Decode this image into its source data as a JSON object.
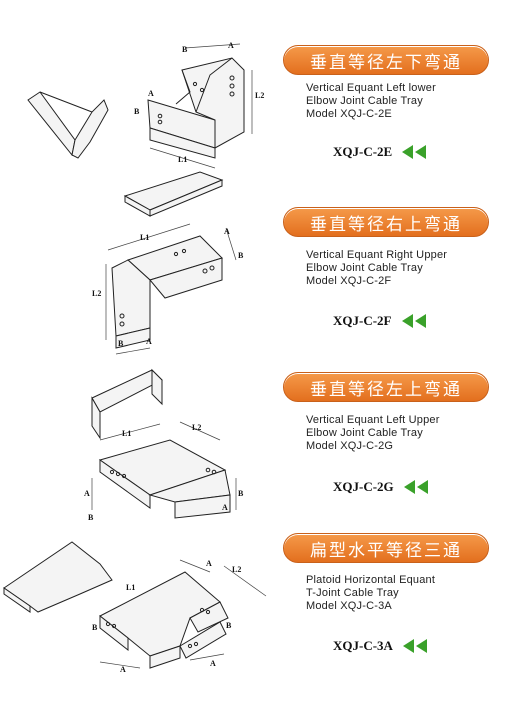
{
  "products": [
    {
      "title_cn": "垂直等径左下弯通",
      "desc_lines": [
        "Vertical Equant Left lower",
        "Elbow Joint Cable Tray",
        "Model XQJ-C-2E"
      ],
      "code": "XQJ-C-2E",
      "arrow_icon": "double-left-arrow-icon",
      "dims": [
        "A",
        "B",
        "L1",
        "L2"
      ]
    },
    {
      "title_cn": "垂直等径右上弯通",
      "desc_lines": [
        "Vertical Equant Right Upper",
        "Elbow Joint Cable Tray",
        "Model XQJ-C-2F"
      ],
      "code": "XQJ-C-2F",
      "arrow_icon": "double-left-arrow-icon",
      "dims": [
        "A",
        "B",
        "L1",
        "L2"
      ]
    },
    {
      "title_cn": "垂直等径左上弯通",
      "desc_lines": [
        "Vertical Equant Left Upper",
        "Elbow Joint Cable Tray",
        "Model XQJ-C-2G"
      ],
      "code": "XQJ-C-2G",
      "arrow_icon": "double-left-arrow-icon",
      "dims": [
        "A",
        "B",
        "L1",
        "L2"
      ]
    },
    {
      "title_cn": "扁型水平等径三通",
      "desc_lines": [
        "Platoid Horizontal Equant",
        "T-Joint Cable Tray",
        "Model XQJ-C-3A"
      ],
      "code": "XQJ-C-3A",
      "arrow_icon": "double-left-arrow-icon",
      "dims": [
        "A",
        "B",
        "L1",
        "L2"
      ]
    }
  ],
  "colors": {
    "pill": "#e8782a",
    "arrow": "#3aa12a"
  }
}
